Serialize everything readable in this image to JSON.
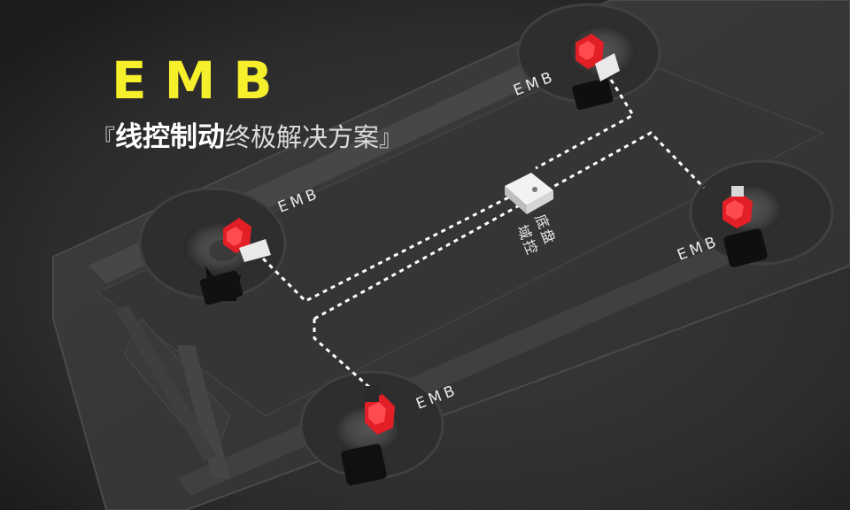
{
  "title": "EMB",
  "subtitle": {
    "open_bracket": "『",
    "bold_text": "线控制动",
    "light_text": "终极解决方案",
    "close_bracket": "』"
  },
  "brake_labels": {
    "top_right": "EMB",
    "left": "EMB",
    "right": "EMB",
    "bottom": "EMB"
  },
  "controller_label": {
    "line1": "底盘",
    "line2": "域控"
  },
  "colors": {
    "title": "#f5ef2c",
    "caliper": "#e21e26",
    "wire": "#ffffff",
    "background": "#2a2a2a"
  }
}
